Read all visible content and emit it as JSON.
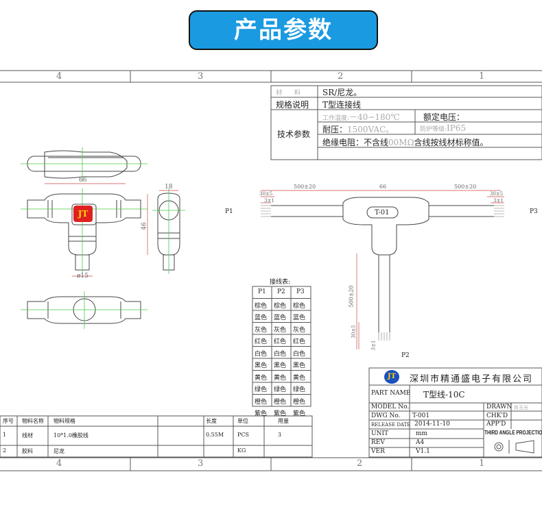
{
  "banner": {
    "title": "产品参数"
  },
  "ruler": {
    "top": [
      "4",
      "3",
      "2",
      "1"
    ],
    "bottom": [
      "4",
      "3",
      "2",
      "1"
    ]
  },
  "spec": {
    "material_label": "材　　料",
    "material_value": "SR/尼龙。",
    "spec_label": "规格说明",
    "spec_value": "T型连接线",
    "tech_label": "技术参数",
    "temp_label": "工作温度:",
    "temp_value": "－40∽180℃",
    "voltage_label": "额定电压：",
    "withstand_label": "耐压：",
    "withstand_value": "1500VAC。",
    "ip_label": "防护等级:",
    "ip_value": "IP65",
    "insulation_label": "绝缘电阻：不含线",
    "insulation_value": "00MΩ",
    "insulation_suffix": "含线按线材标称值。"
  },
  "drawing": {
    "dim_66": "66",
    "dim_18": "18",
    "dim_46": "46",
    "dim_phi15": "ø15",
    "p1": "P1",
    "p2": "P2",
    "p3": "P3",
    "dim_500a": "500±20",
    "dim_66b": "66",
    "dim_500b": "500±20",
    "dim_30a": "30±5",
    "dim_3a": "3±1",
    "dim_30b": "30±5",
    "dim_3b": "3±1",
    "dim_500c": "500±20",
    "dim_30c": "30±5",
    "dim_3c": "3±1",
    "label": "T-01"
  },
  "wiring": {
    "title": "接线表:",
    "headers": [
      "P1",
      "P2",
      "P3"
    ],
    "rows": [
      [
        "棕色",
        "棕色",
        "棕色"
      ],
      [
        "蓝色",
        "蓝色",
        "蓝色"
      ],
      [
        "灰色",
        "灰色",
        "灰色"
      ],
      [
        "红色",
        "红色",
        "红色"
      ],
      [
        "白色",
        "白色",
        "白色"
      ],
      [
        "黑色",
        "黑色",
        "黑色"
      ],
      [
        "黄色",
        "黄色",
        "黄色"
      ],
      [
        "绿色",
        "绿色",
        "绿色"
      ],
      [
        "橙色",
        "橙色",
        "橙色"
      ],
      [
        "紫色",
        "紫色",
        "紫色"
      ]
    ]
  },
  "bom": {
    "headers": [
      "序号",
      "物料名称",
      "物料规格",
      "",
      "长度",
      "单位",
      "用量"
    ],
    "rows": [
      [
        "1",
        "线材",
        "10*1.0橡胶线",
        "",
        "0.55M",
        "PCS",
        "3"
      ],
      [
        "2",
        "胶料",
        "尼龙",
        "",
        "",
        "KG",
        ""
      ]
    ]
  },
  "titleblock": {
    "logo": "JT",
    "company": "深圳市精通盛电子有限公司",
    "part_name_label": "PART NAME",
    "part_name": "T型线-10C",
    "model_label": "MODEL No.",
    "model": "",
    "dwg_label": "DWG No.",
    "dwg": "T-001",
    "release_label": "RELEASE DATE",
    "release": "2014-11-10",
    "unit_label": "UNIT",
    "unit": "mm",
    "rev_label": "REV",
    "rev": "A4",
    "ver_label": "VER",
    "ver": "V1.1",
    "drawn_label": "DRAWN",
    "drawn": "肖玉光",
    "chkd_label": "CHK'D",
    "appd_label": "APP'D",
    "projection": "THIRD ANGLE PROJECTION"
  }
}
